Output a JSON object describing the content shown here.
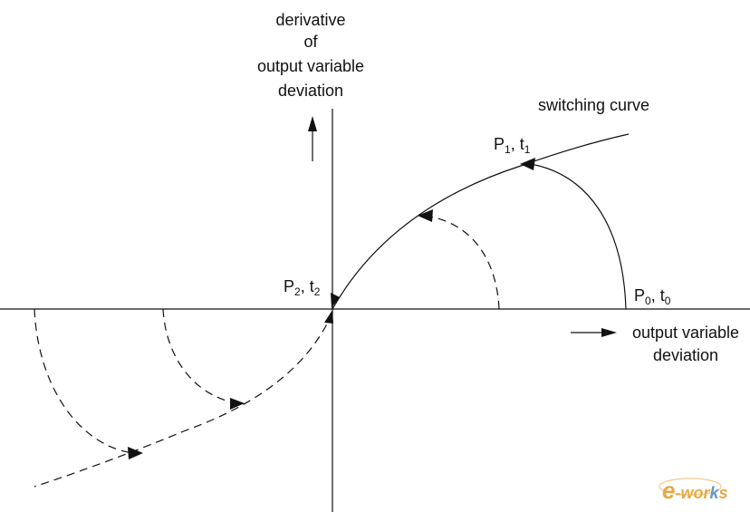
{
  "diagram": {
    "y_axis_label": [
      "derivative",
      "of",
      "output variable",
      "deviation"
    ],
    "x_axis_label": [
      "output variable",
      "deviation"
    ],
    "switching_curve_label": "switching curve",
    "points": {
      "p0": {
        "main": "P",
        "sub1": "0",
        "sep": ", t",
        "sub2": "0"
      },
      "p1": {
        "main": "P",
        "sub1": "1",
        "sep": ", t",
        "sub2": "1"
      },
      "p2": {
        "main": "P",
        "sub1": "2",
        "sep": ", t",
        "sub2": "2"
      }
    },
    "colors": {
      "line": "#111111",
      "watermark_orange": "#e39b25",
      "watermark_blue": "#4a86c5"
    }
  },
  "watermark": {
    "e": "e",
    "dash": "-",
    "wor": "wor",
    "k": "k",
    "s": "s"
  }
}
